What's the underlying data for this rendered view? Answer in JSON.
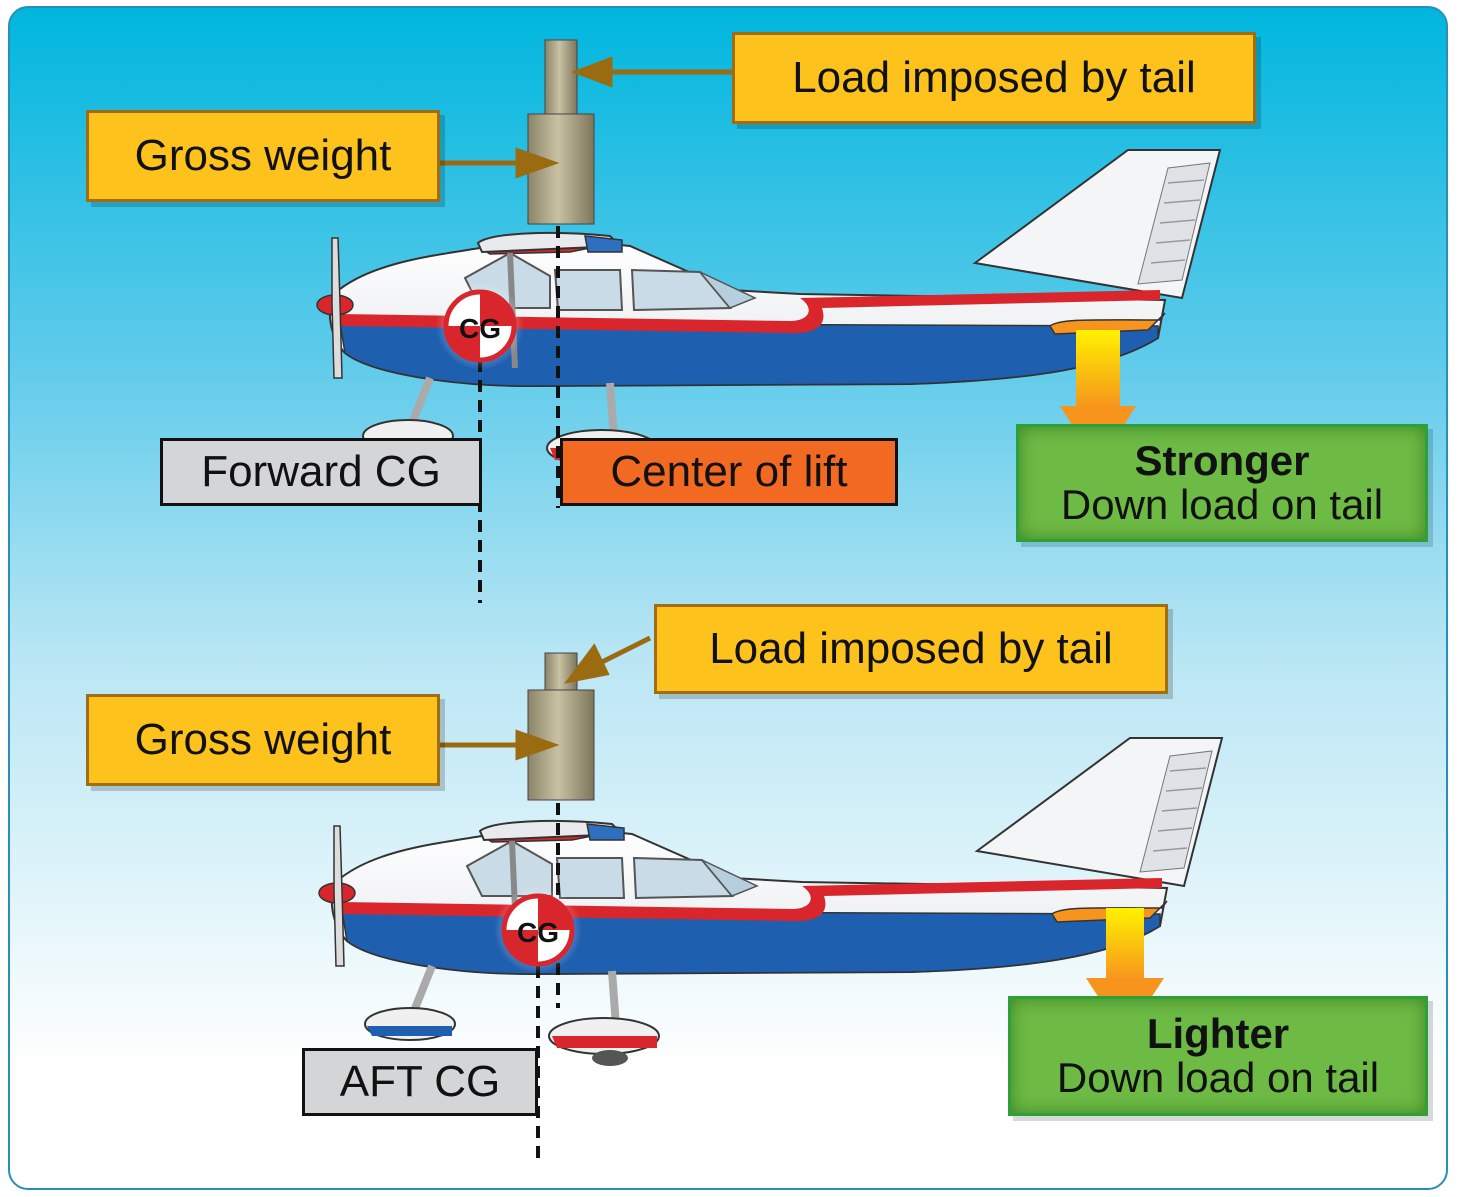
{
  "labels": {
    "top": {
      "load_tail": "Load imposed by tail",
      "gross_weight": "Gross weight",
      "cg_type": "Forward CG",
      "center_of_lift": "Center of lift",
      "tail_load_strength": "Stronger",
      "tail_load_desc": "Down load on tail"
    },
    "bottom": {
      "load_tail": "Load imposed by tail",
      "gross_weight": "Gross weight",
      "cg_type": "AFT CG",
      "tail_load_strength": "Lighter",
      "tail_load_desc": "Down load on tail"
    },
    "cg_marker": "CG"
  },
  "colors": {
    "label_gold": "#fdc21b",
    "label_grey": "#d4d5d7",
    "label_orange": "#f26a21",
    "label_green": "#6dbb45",
    "fuselage_blue": "#1f5fb0",
    "stripe_red": "#d9262c",
    "weight_block": "#a89f82"
  }
}
